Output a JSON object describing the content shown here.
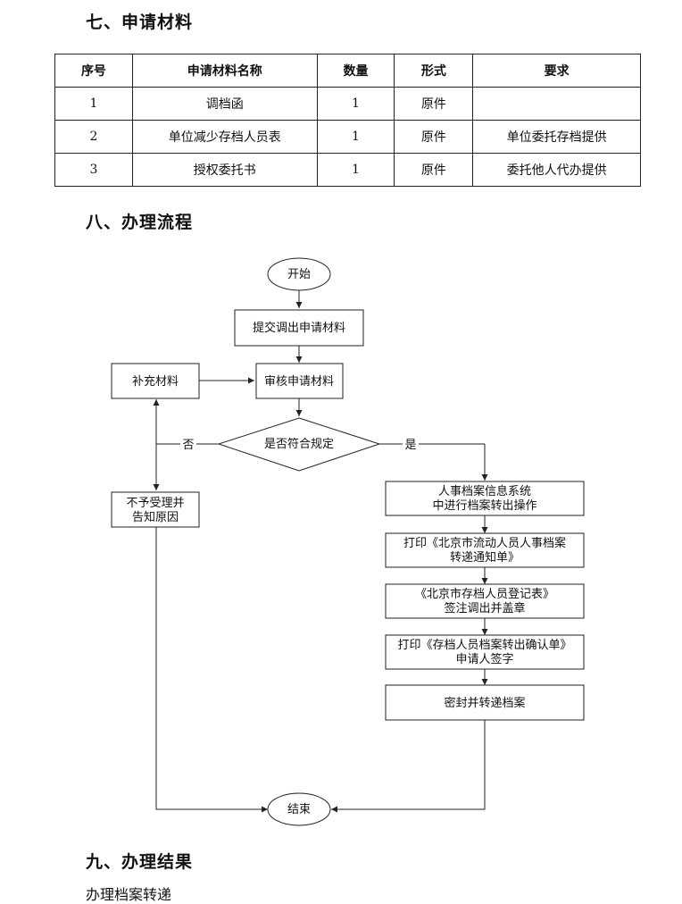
{
  "section7": {
    "title": "七、申请材料"
  },
  "table": {
    "headers": [
      "序号",
      "申请材料名称",
      "数量",
      "形式",
      "要求"
    ],
    "rows": [
      [
        "1",
        "调档函",
        "1",
        "原件",
        ""
      ],
      [
        "2",
        "单位减少存档人员表",
        "1",
        "原件",
        "单位委托存档提供"
      ],
      [
        "3",
        "授权委托书",
        "1",
        "原件",
        "委托他人代办提供"
      ]
    ]
  },
  "section8": {
    "title": "八、办理流程"
  },
  "flow": {
    "start": "开始",
    "submit": "提交调出申请材料",
    "review": "审核申请材料",
    "supplement": "补充材料",
    "decision": "是否符合规定",
    "no_label": "否",
    "yes_label": "是",
    "reject_line1": "不予受理并",
    "reject_line2": "告知原因",
    "step1_line1": "人事档案信息系统",
    "step1_line2": "中进行档案转出操作",
    "step2_line1": "打印《北京市流动人员人事档案",
    "step2_line2": "转递通知单》",
    "step3_line1": "《北京市存档人员登记表》",
    "step3_line2": "签注调出并盖章",
    "step4_line1": "打印《存档人员档案转出确认单》",
    "step4_line2": "申请人签字",
    "step5": "密封并转递档案",
    "end": "结束"
  },
  "section9": {
    "title": "九、办理结果"
  },
  "result": "办理档案转递"
}
